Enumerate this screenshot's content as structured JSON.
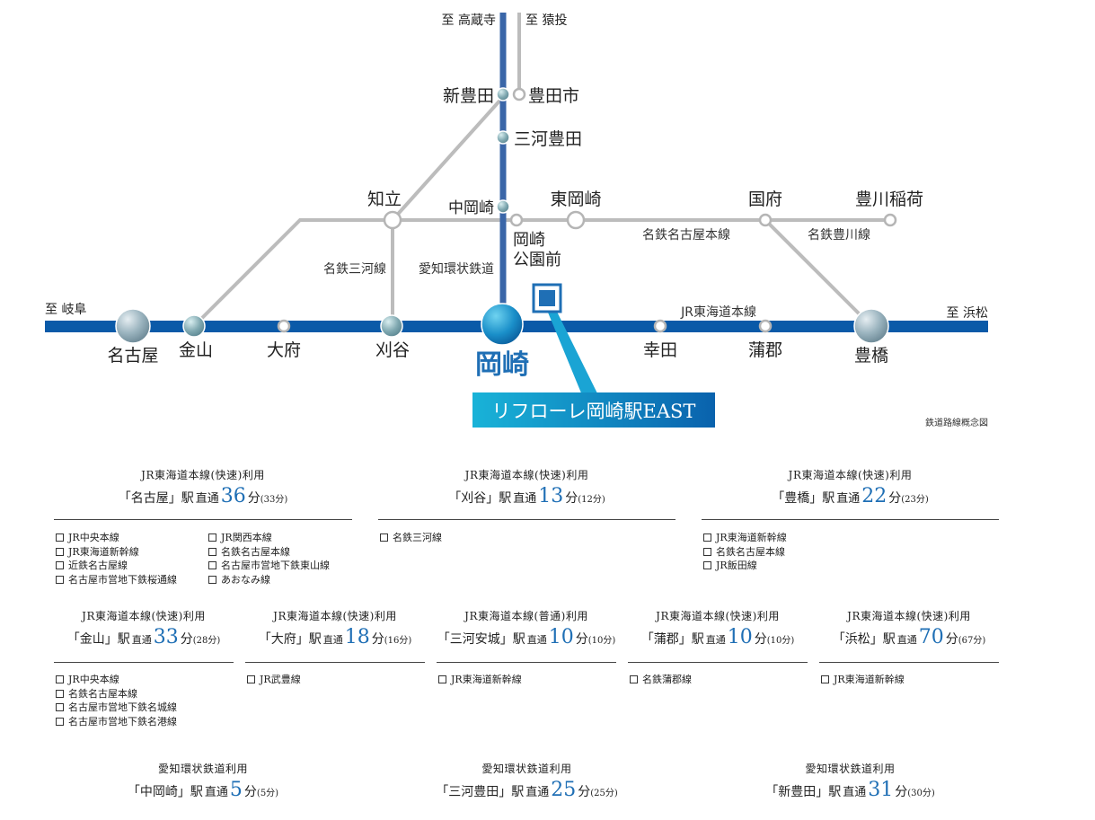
{
  "map": {
    "directions": {
      "takakuraji": "至 高蔵寺",
      "sanage": "至 猿投",
      "gifu": "至 岐阜",
      "hamamatsu": "至 浜松"
    },
    "stations": {
      "shin_toyota": "新豊田",
      "toyotashi": "豊田市",
      "mikawa_toyota": "三河豊田",
      "chiryu": "知立",
      "naka_okazaki": "中岡崎",
      "higashi_okazaki": "東岡崎",
      "kou": "国府",
      "toyokawa_inari": "豊川稲荷",
      "okazaki_koenmae_1": "岡崎",
      "okazaki_koenmae_2": "公園前",
      "nagoya": "名古屋",
      "kanayama": "金山",
      "obu": "大府",
      "kariya": "刈谷",
      "okazaki": "岡崎",
      "koda": "幸田",
      "gamagori": "蒲郡",
      "toyohashi": "豊橋"
    },
    "lines": {
      "meitetsu_mikawa": "名鉄三河線",
      "aichi_kanjo": "愛知環状鉄道",
      "meitetsu_nagoya": "名鉄名古屋本線",
      "meitetsu_toyokawa": "名鉄豊川線",
      "jr_tokaido": "JR東海道本線"
    },
    "property_name": "リフローレ岡崎駅EAST",
    "caption": "鉄道路線概念図",
    "colors": {
      "jr_blue": "#0a5aa8",
      "aichi_kanjo_blue": "#3a66a8",
      "meitetsu_gray": "#bcbcbc",
      "accent": "#1f6fb5"
    }
  },
  "access": [
    {
      "service": "JR東海道本線(快速)利用",
      "station": "「名古屋」駅",
      "direct": "直通",
      "minutes": "36",
      "unit": "分",
      "alt": "(33分)",
      "connections_left": [
        "JR中央本線",
        "JR東海道新幹線",
        "近鉄名古屋線",
        "名古屋市営地下鉄桜通線"
      ],
      "connections_right": [
        "JR関西本線",
        "名鉄名古屋本線",
        "名古屋市営地下鉄東山線",
        "あおなみ線"
      ]
    },
    {
      "service": "JR東海道本線(快速)利用",
      "station": "「刈谷」駅",
      "direct": "直通",
      "minutes": "13",
      "unit": "分",
      "alt": "(12分)",
      "connections": [
        "名鉄三河線"
      ]
    },
    {
      "service": "JR東海道本線(快速)利用",
      "station": "「豊橋」駅",
      "direct": "直通",
      "minutes": "22",
      "unit": "分",
      "alt": "(23分)",
      "connections": [
        "JR東海道新幹線",
        "名鉄名古屋本線",
        "JR飯田線"
      ]
    },
    {
      "service": "JR東海道本線(快速)利用",
      "station": "「金山」駅",
      "direct": "直通",
      "minutes": "33",
      "unit": "分",
      "alt": "(28分)",
      "connections": [
        "JR中央本線",
        "名鉄名古屋本線",
        "名古屋市営地下鉄名城線",
        "名古屋市営地下鉄名港線"
      ]
    },
    {
      "service": "JR東海道本線(快速)利用",
      "station": "「大府」駅",
      "direct": "直通",
      "minutes": "18",
      "unit": "分",
      "alt": "(16分)",
      "connections": [
        "JR武豊線"
      ]
    },
    {
      "service": "JR東海道本線(普通)利用",
      "station": "「三河安城」駅",
      "direct": "直通",
      "minutes": "10",
      "unit": "分",
      "alt": "(10分)",
      "connections": [
        "JR東海道新幹線"
      ]
    },
    {
      "service": "JR東海道本線(快速)利用",
      "station": "「蒲郡」駅",
      "direct": "直通",
      "minutes": "10",
      "unit": "分",
      "alt": "(10分)",
      "connections": [
        "名鉄蒲郡線"
      ]
    },
    {
      "service": "JR東海道本線(快速)利用",
      "station": "「浜松」駅",
      "direct": "直通",
      "minutes": "70",
      "unit": "分",
      "alt": "(67分)",
      "connections": [
        "JR東海道新幹線"
      ]
    },
    {
      "service": "愛知環状鉄道利用",
      "station": "「中岡崎」駅",
      "direct": "直通",
      "minutes": "5",
      "unit": "分",
      "alt": "(5分)"
    },
    {
      "service": "愛知環状鉄道利用",
      "station": "「三河豊田」駅",
      "direct": "直通",
      "minutes": "25",
      "unit": "分",
      "alt": "(25分)"
    },
    {
      "service": "愛知環状鉄道利用",
      "station": "「新豊田」駅",
      "direct": "直通",
      "minutes": "31",
      "unit": "分",
      "alt": "(30分)"
    }
  ]
}
